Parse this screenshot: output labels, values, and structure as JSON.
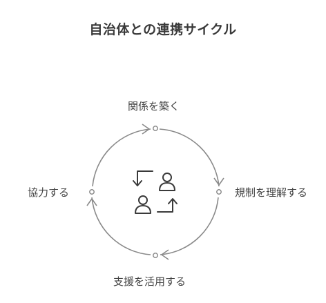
{
  "diagram": {
    "title": "自治体との連携サイクル",
    "nodes": [
      {
        "id": "top",
        "label": "関係を築く"
      },
      {
        "id": "right",
        "label": "規制を理解する"
      },
      {
        "id": "bottom",
        "label": "支援を活用する"
      },
      {
        "id": "left",
        "label": "協力する"
      }
    ],
    "center_icon": "people-exchange-icon",
    "colors": {
      "stroke": "#8a8a8a",
      "icon": "#3a3a3a",
      "text": "#444444",
      "title": "#3a3a3a"
    }
  }
}
